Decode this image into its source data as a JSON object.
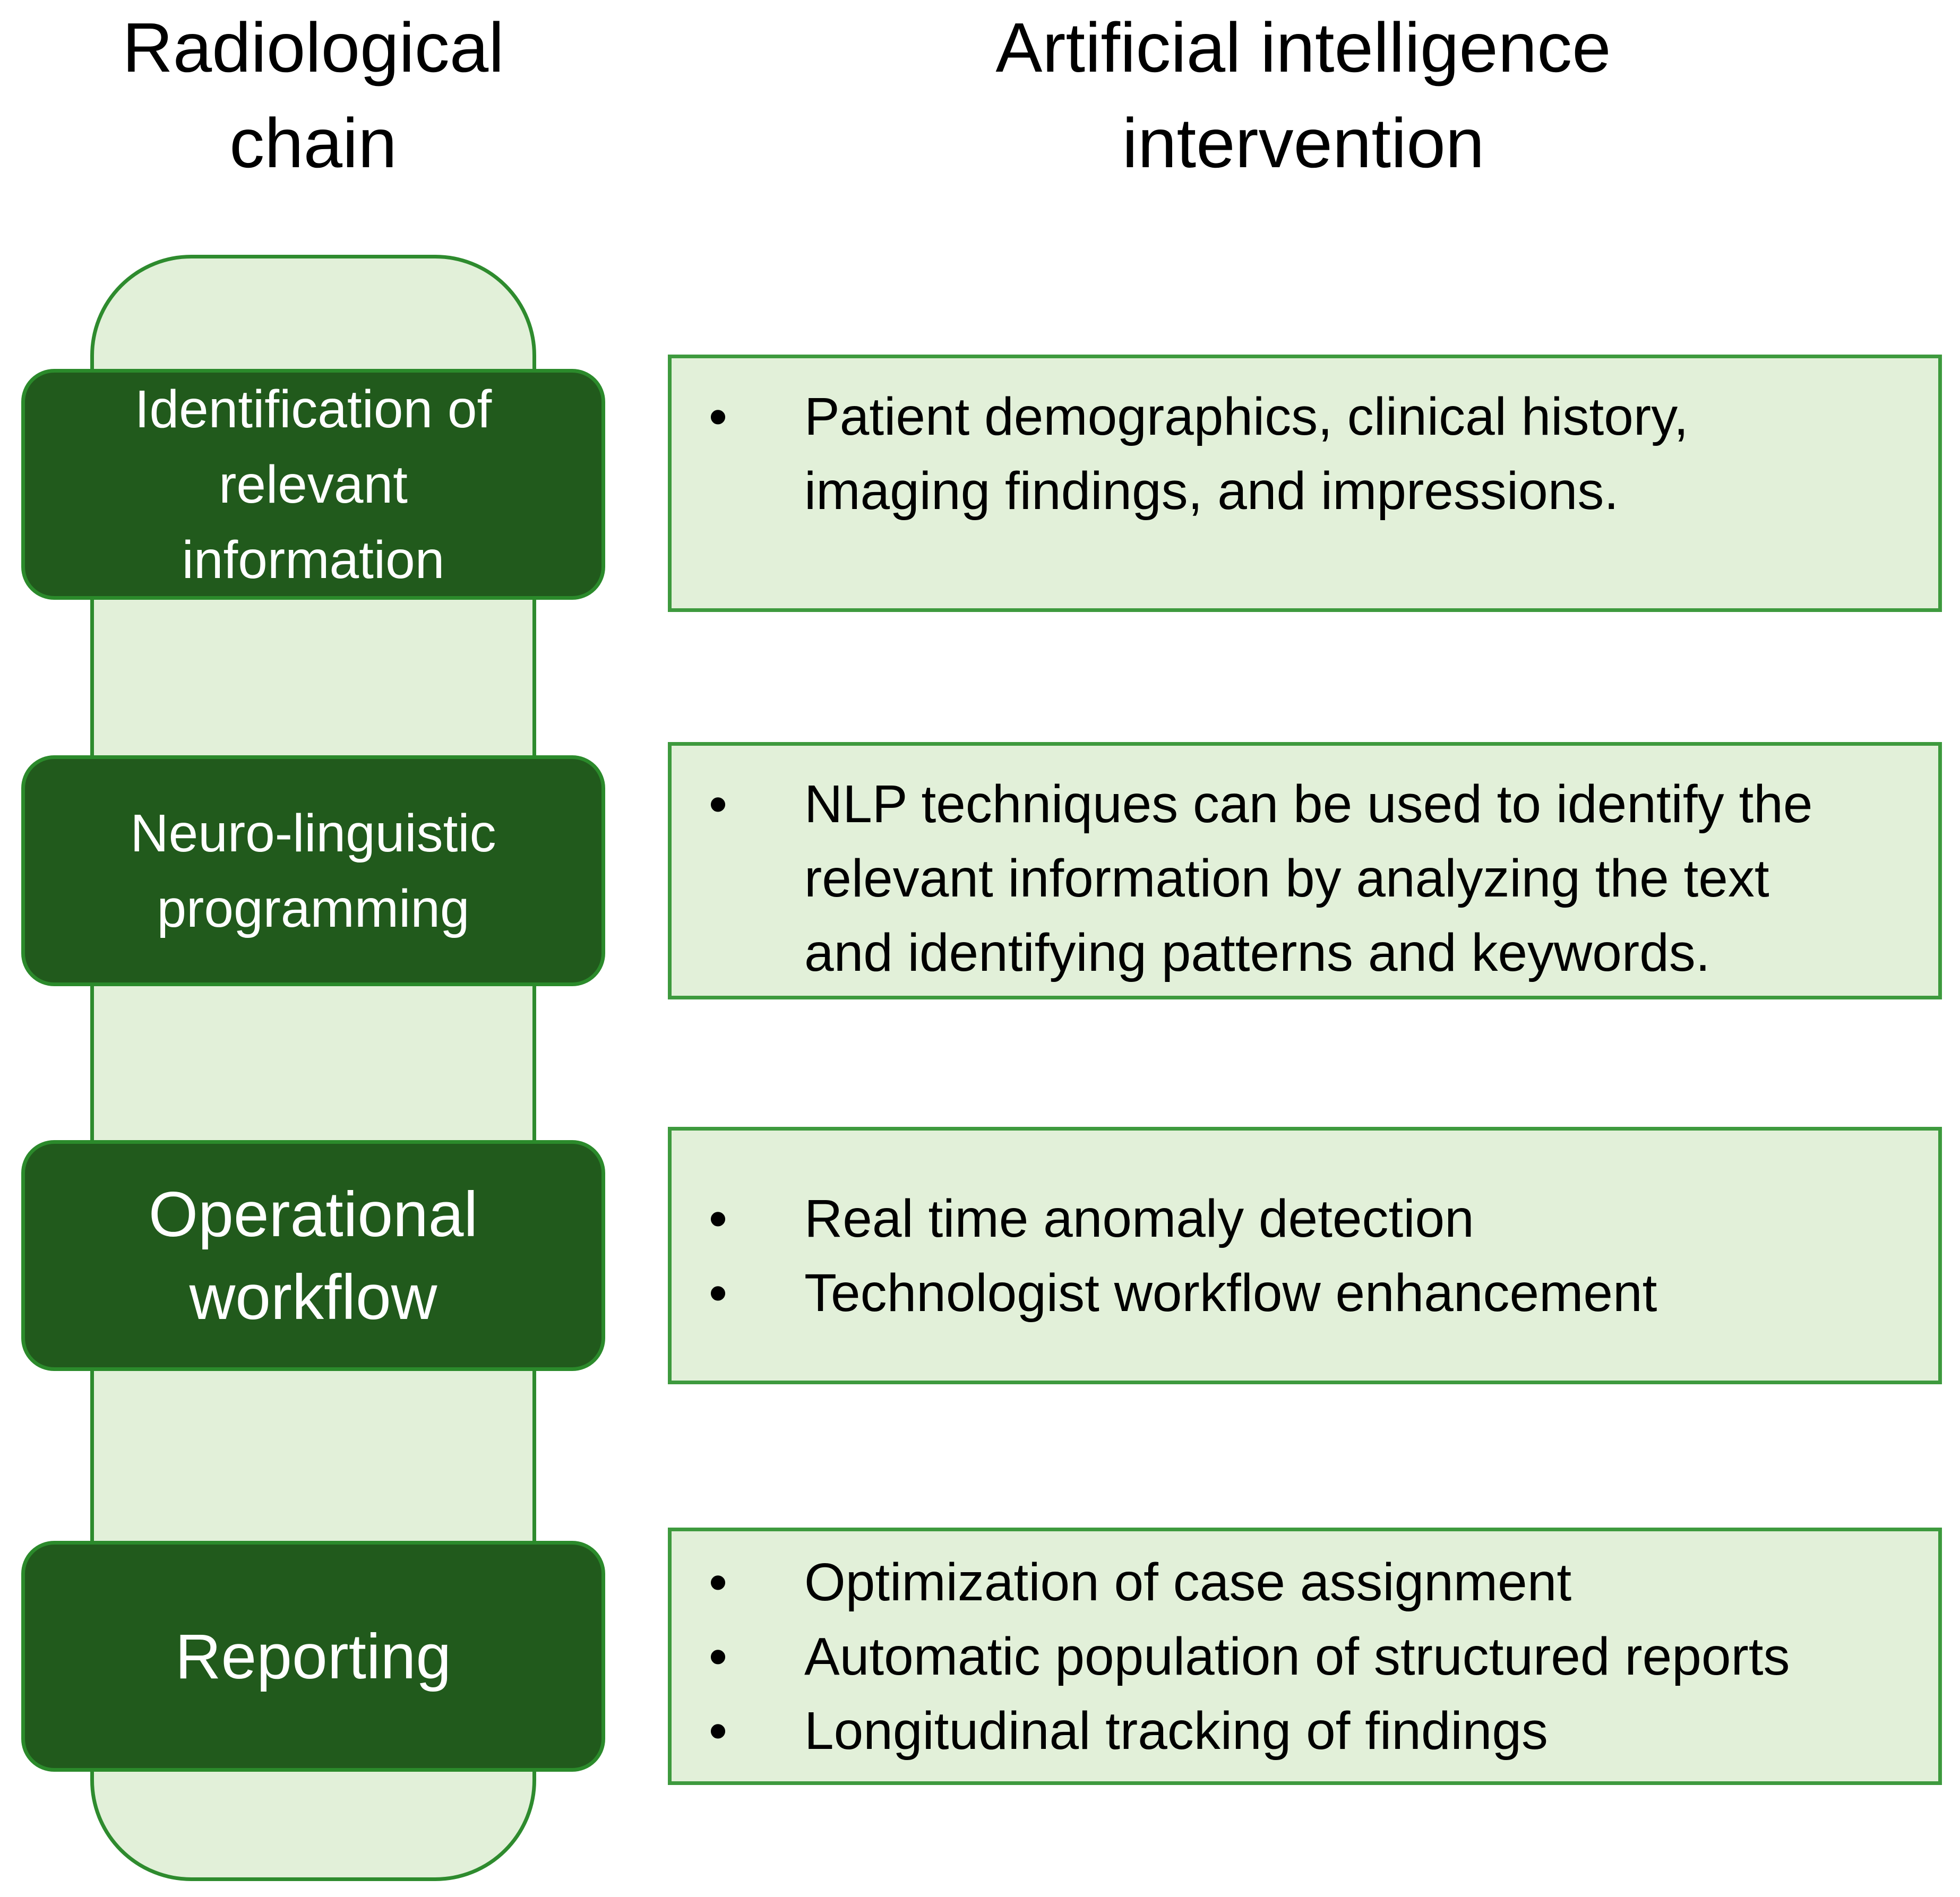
{
  "headers": {
    "left": {
      "lines": [
        "Radiological",
        "chain"
      ]
    },
    "right": {
      "lines": [
        "Artificial intelligence",
        "intervention"
      ]
    }
  },
  "stages": [
    {
      "lines": [
        "Identification of",
        "relevant",
        "information"
      ]
    },
    {
      "lines": [
        "Neuro-linguistic",
        "programming"
      ]
    },
    {
      "lines": [
        "Operational",
        "workflow"
      ]
    },
    {
      "lines": [
        "Reporting"
      ]
    }
  ],
  "interventions": [
    {
      "bullets": [
        {
          "lines": [
            "Patient demographics, clinical history,",
            "imaging findings, and impressions."
          ]
        }
      ]
    },
    {
      "bullets": [
        {
          "lines": [
            "NLP techniques can be used to identify the",
            "relevant information by analyzing the text",
            "and identifying patterns and keywords."
          ]
        }
      ]
    },
    {
      "bullets": [
        {
          "lines": [
            "Real time anomaly detection"
          ]
        },
        {
          "lines": [
            "Technologist workflow enhancement"
          ]
        }
      ]
    },
    {
      "bullets": [
        {
          "lines": [
            "Optimization of case assignment"
          ]
        },
        {
          "lines": [
            "Automatic population of structured reports"
          ]
        },
        {
          "lines": [
            "Longitudinal tracking of findings"
          ]
        }
      ]
    }
  ],
  "colors": {
    "stage_fill": "#215a1c",
    "stage_border": "#2b8a2b",
    "panel_fill": "#e2f0d9",
    "panel_border": "#3e9a3e",
    "spine_fill": "#e2f0d9",
    "spine_border": "#2e8b2e"
  }
}
